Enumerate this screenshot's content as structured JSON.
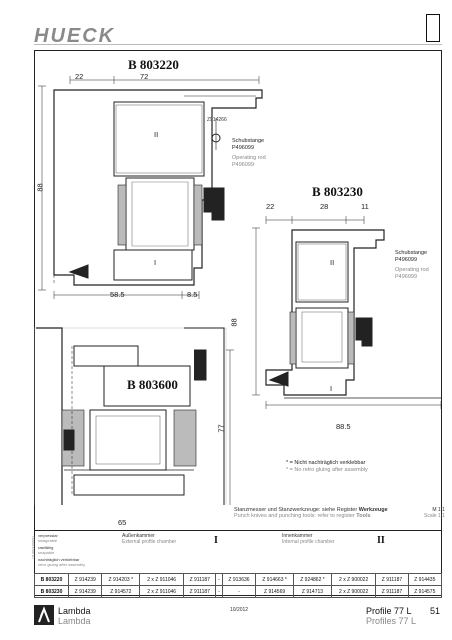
{
  "header": {
    "logo_text": "HUECK"
  },
  "profiles": {
    "p1": {
      "title": "B 803220",
      "dims": [
        "22",
        "72",
        "88",
        "58.5",
        "8.5"
      ],
      "chamber_outer": "II",
      "chamber_inner": "I",
      "part_code": "Z914266"
    },
    "p2": {
      "title": "B 803230",
      "dims": [
        "22",
        "28",
        "11",
        "88",
        "88.5"
      ],
      "chamber_outer": "II",
      "chamber_inner": "I"
    },
    "p3": {
      "title": "B 803600",
      "dims": [
        "77",
        "65"
      ]
    }
  },
  "notes": {
    "schubstange_1": "Schubstange",
    "p_1": "P496099",
    "operating_rod_1": "Operating rod",
    "op_p_1": "P496099",
    "schubstange_2": "Schubstange",
    "p_2": "P496099",
    "operating_rod_2": "Operating rod",
    "op_p_2": "P496099",
    "not_glued_de": "* = Nicht nachträglich verklebbar",
    "not_glued_en": "* = No retro gluing after assembly"
  },
  "legend_bar": {
    "de_prefix": "Stanzmesser und Stanzwerkzeuge: siehe Register ",
    "de_bold": "Werkzeuge",
    "en_prefix": "Punch knives and punching tools: refer to register ",
    "en_bold": "Tools",
    "scale_de": "M 1:1",
    "scale_en": "Scale 1:1"
  },
  "table": {
    "side_code": "0190000000",
    "legend_rows": [
      {
        "de": "verpresslar",
        "en": "swageable"
      },
      {
        "de": "rastfähig",
        "en": "snapable"
      },
      {
        "de": "nachträglich verklebbar",
        "en": "retro gluing after assembly"
      }
    ],
    "outer_chamber_de": "Außenkammer",
    "outer_chamber_en": "External profile chamber",
    "outer_roman": "I",
    "inner_chamber_de": "Innenkammer",
    "inner_chamber_en": "Internal profile chamber",
    "inner_roman": "II",
    "rows": [
      {
        "profile": "B 803220",
        "cells": [
          "Z 914239",
          "Z 914203 *",
          "2 x Z 911046",
          "Z 911187",
          "-",
          "Z 913636",
          "Z 914663 *",
          "Z 924862 *",
          "2 x Z 900022",
          "Z 911187",
          "Z 914435"
        ]
      },
      {
        "profile": "B 803230",
        "cells": [
          "Z 914239",
          "Z 914572",
          "2 x Z 911046",
          "Z 911187",
          "-",
          "-",
          "Z 914569",
          "Z 914713",
          "2 x Z 900022",
          "Z 911187",
          "Z 914575"
        ]
      }
    ]
  },
  "footer": {
    "brand": "Lambda",
    "brand_sub": "Lambda",
    "date": "10/2012",
    "profile_de": "Profile",
    "profile_en": "Profiles",
    "series": "77 L",
    "series_en": "77 L",
    "page": "51"
  }
}
